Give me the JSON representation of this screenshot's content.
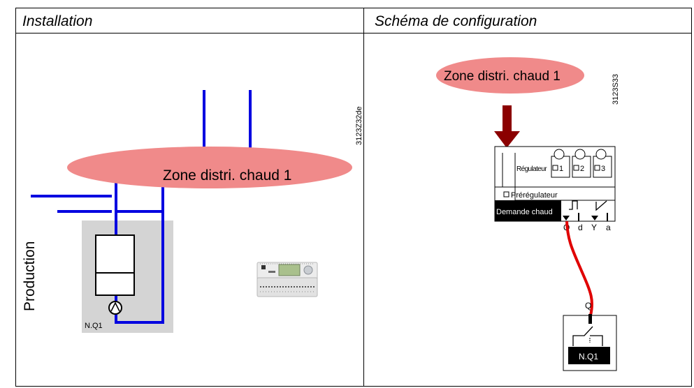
{
  "table": {
    "col1_header": "Installation",
    "col2_header": "Schéma de configuration"
  },
  "installation": {
    "zone_label": "Zone distri. chaud 1",
    "doc_code": "3123Z32de",
    "production_label": "Production",
    "pump_label": "N.Q1"
  },
  "config": {
    "zone_label": "Zone distri. chaud 1",
    "doc_code": "3123S33",
    "regulateur_label": "Régulateur",
    "slot_1": "1",
    "slot_2": "2",
    "slot_3": "3",
    "preregulateur_label": "Prérégulateur",
    "demande_label": "Demande chaud",
    "terminal_q": "Q",
    "terminal_d": "d",
    "terminal_y": "Y",
    "terminal_a": "a",
    "relay_terminal": "Q",
    "relay_label": "N.Q1"
  },
  "colors": {
    "zone_fill": "#f08a8a",
    "pipe": "#0000e0",
    "arrow": "#8b0000",
    "wire": "#e00000",
    "cabinet": "#d4d4d4"
  }
}
